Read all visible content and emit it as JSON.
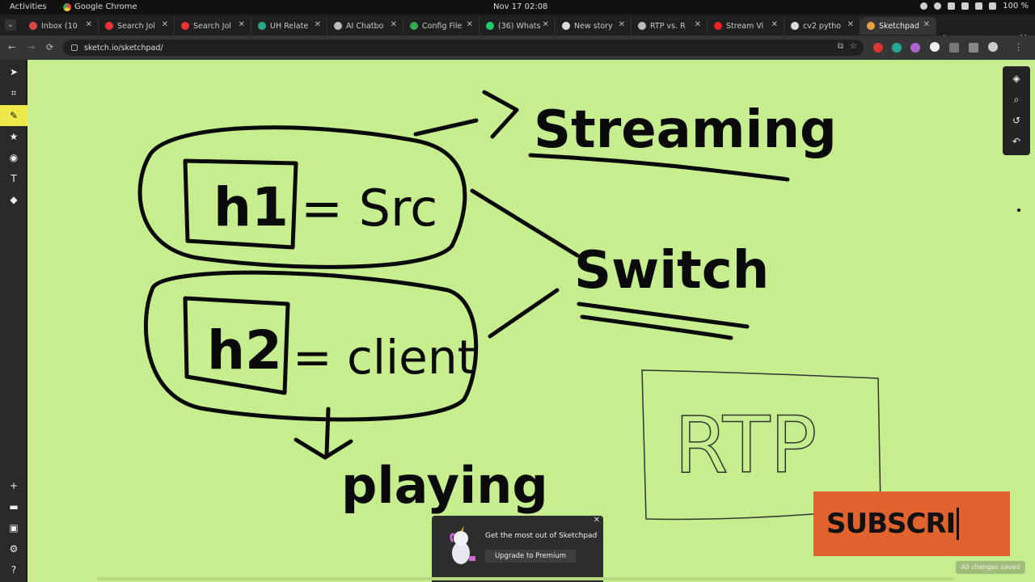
{
  "os_bar": {
    "activities": "Activities",
    "app_name": "Google Chrome",
    "clock": "Nov 17  02:08",
    "battery": "100 %"
  },
  "tabs": [
    {
      "label": "Inbox (10",
      "color": "#d44"
    },
    {
      "label": "Search Jol",
      "color": "#e33"
    },
    {
      "label": "Search Jol",
      "color": "#e33"
    },
    {
      "label": "UH Relate",
      "color": "#2a8"
    },
    {
      "label": "AI Chatbo",
      "color": "#bbb"
    },
    {
      "label": "Config File",
      "color": "#3a5"
    },
    {
      "label": "(36) Whats",
      "color": "#2c6"
    },
    {
      "label": "New story",
      "color": "#ddd"
    },
    {
      "label": "RTP vs. R",
      "color": "#bbb"
    },
    {
      "label": "Stream Vi",
      "color": "#e22"
    },
    {
      "label": "cv2 pytho",
      "color": "#ddd"
    },
    {
      "label": "Sketchpad",
      "color": "#e9a23b",
      "active": true
    }
  ],
  "address": {
    "url": "sketch.io/sketchpad/"
  },
  "sketch": {
    "h1_label": "h1",
    "h1_eq": "= Src",
    "h2_label": "h2",
    "h2_eq": "= client",
    "streaming": "Streaming",
    "switch": "Switch",
    "playing": "playing",
    "rtp": "RTP"
  },
  "promo": {
    "message": "Get the most out of Sketchpad",
    "button": "Upgrade to Premium"
  },
  "subscribe_label": "SUBSCRI",
  "status": "All changes saved",
  "colors": {
    "canvas": "#c6ee8e",
    "ink": "#0a0a0a",
    "subscribe": "#e0622e",
    "active_tool": "#efe84a"
  }
}
